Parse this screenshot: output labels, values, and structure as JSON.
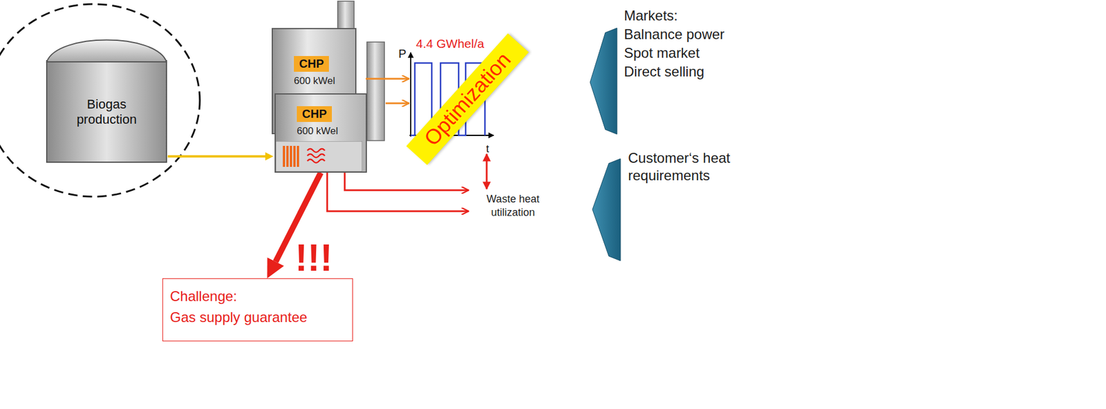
{
  "diagram": {
    "nodes": [
      {
        "text": [
          "Biogas production"
        ]
      },
      {
        "text": [
          "CHP",
          "600 kWel"
        ]
      },
      {
        "text": [
          "CHP",
          "600 kWel"
        ]
      },
      {
        "text": [
          "Optimization"
        ]
      },
      {
        "text": [
          "Challenge:",
          "Gas supply guarantee",
          "!!!"
        ]
      }
    ],
    "edges": [
      {
        "from": 0,
        "to": 2,
        "arrow": "to"
      },
      {
        "from": 2,
        "to": 4,
        "arrow": "to"
      }
    ],
    "labels": [
      "4.4 GWhel/a",
      "P",
      "t",
      "Markets:",
      "Balnance power",
      "Spot market",
      "Direct selling",
      "Waste heat utilization",
      "Customer‘s heat requirements"
    ]
  }
}
